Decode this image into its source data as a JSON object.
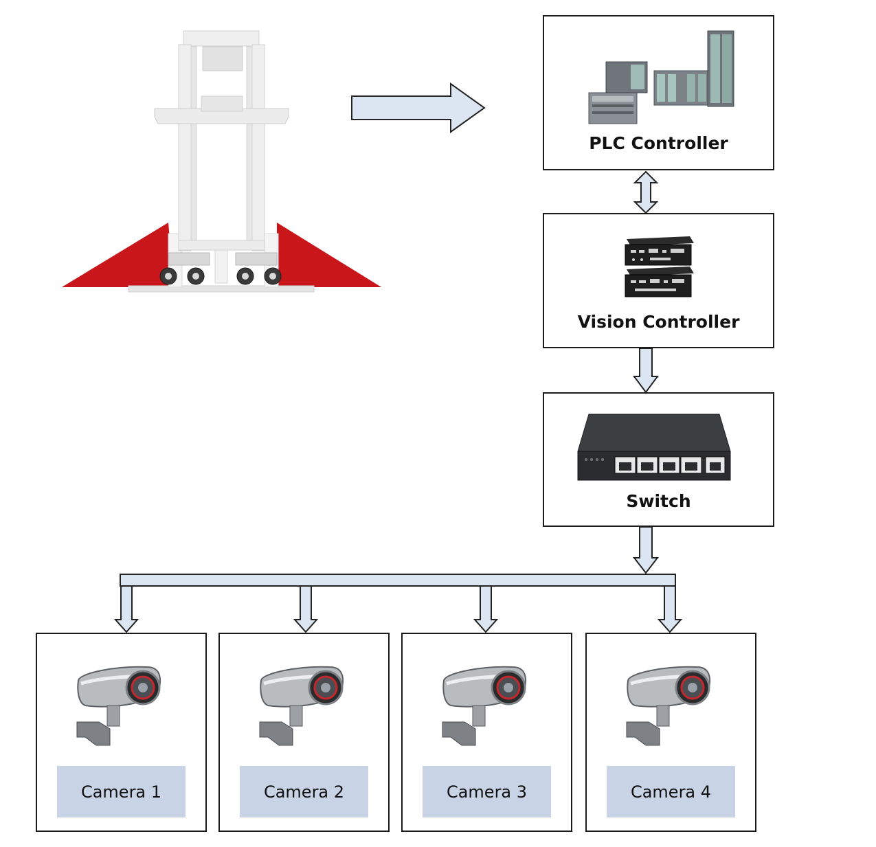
{
  "diagram": {
    "nodes": {
      "plc": {
        "label": "PLC Controller",
        "icon": "plc-modules-icon"
      },
      "vision": {
        "label": "Vision Controller",
        "icon": "industrial-pc-icon"
      },
      "switch": {
        "label": "Switch",
        "icon": "network-switch-icon"
      },
      "cameras": [
        {
          "label": "Camera 1",
          "icon": "security-camera-icon"
        },
        {
          "label": "Camera 2",
          "icon": "security-camera-icon"
        },
        {
          "label": "Camera 3",
          "icon": "security-camera-icon"
        },
        {
          "label": "Camera 4",
          "icon": "security-camera-icon"
        }
      ]
    },
    "colors": {
      "arrow_fill": "#dce6f2",
      "arrow_stroke": "#222222",
      "camera_label_bg": "#c8d3e6",
      "ramp_red": "#c8161b"
    }
  }
}
